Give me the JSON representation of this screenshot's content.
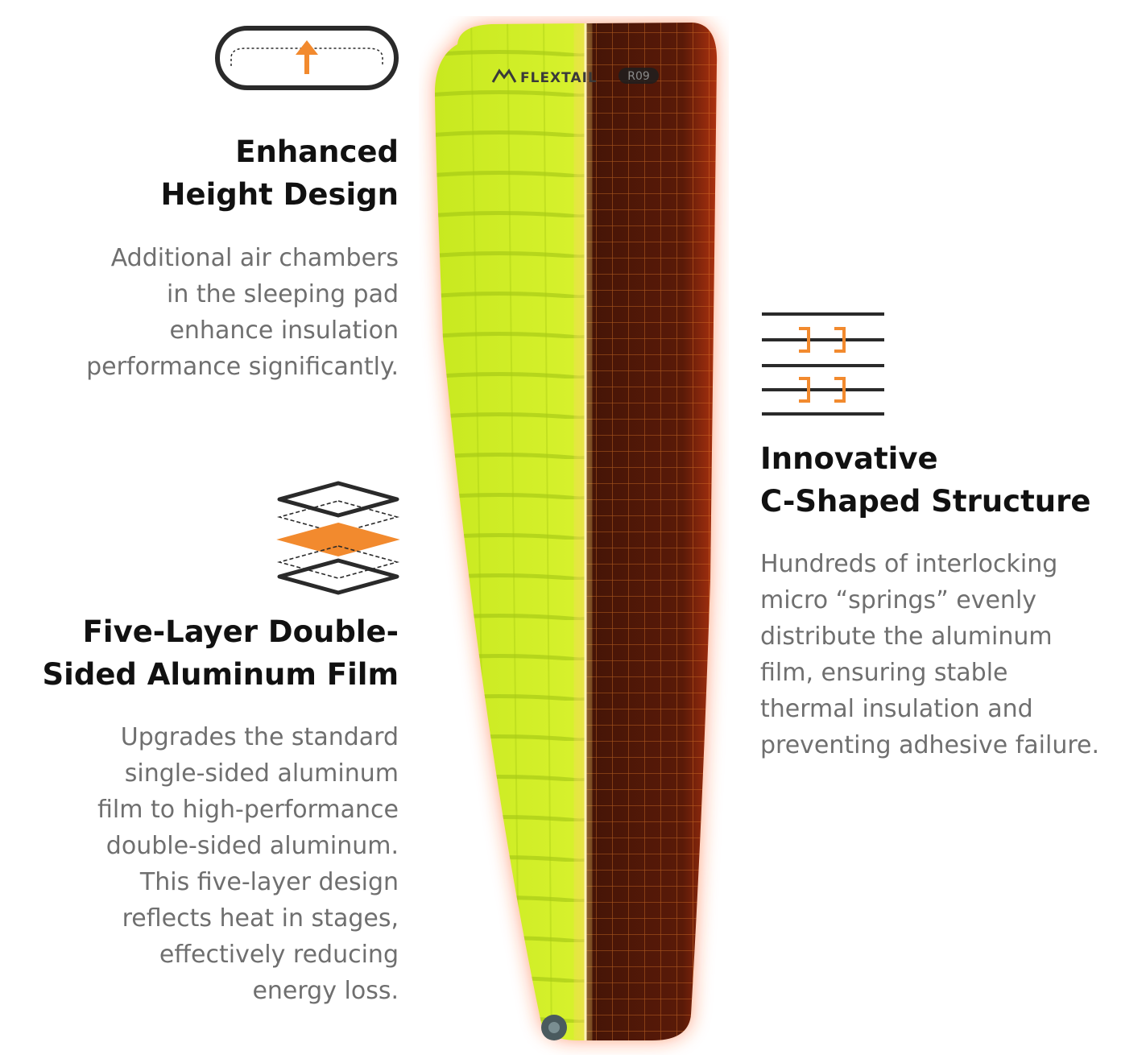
{
  "colors": {
    "accent_orange": "#f28a2e",
    "pad_green": "#c8ec1a",
    "pad_dark": "#3a1508",
    "glow_red": "#e23a10",
    "heading": "#111111",
    "body": "#6f6f6f"
  },
  "pad": {
    "brand": "FLEXTAIL",
    "model": "R09",
    "icons": [
      "mountain-logo-icon",
      "valve-icon"
    ]
  },
  "features": {
    "height": {
      "icon": "raised-height-icon",
      "title_lines": [
        "Enhanced",
        "Height Design"
      ],
      "desc_lines": [
        "Additional air chambers",
        "in the sleeping pad",
        "enhance insulation",
        "performance significantly."
      ]
    },
    "film": {
      "icon": "five-layers-icon",
      "title_lines": [
        "Five-Layer Double-",
        "Sided Aluminum Film"
      ],
      "desc_lines": [
        "Upgrades the standard",
        "single-sided aluminum",
        "film to high-performance",
        "double-sided aluminum.",
        "This five-layer design",
        "reflects heat in stages,",
        "effectively reducing",
        "energy loss."
      ]
    },
    "c_shape": {
      "icon": "c-shaped-springs-icon",
      "title_lines": [
        "Innovative",
        "C-Shaped Structure"
      ],
      "desc_lines": [
        "Hundreds of interlocking",
        "micro “springs” evenly",
        "distribute the aluminum",
        "film, ensuring stable",
        "thermal insulation and",
        "preventing adhesive failure."
      ]
    }
  }
}
